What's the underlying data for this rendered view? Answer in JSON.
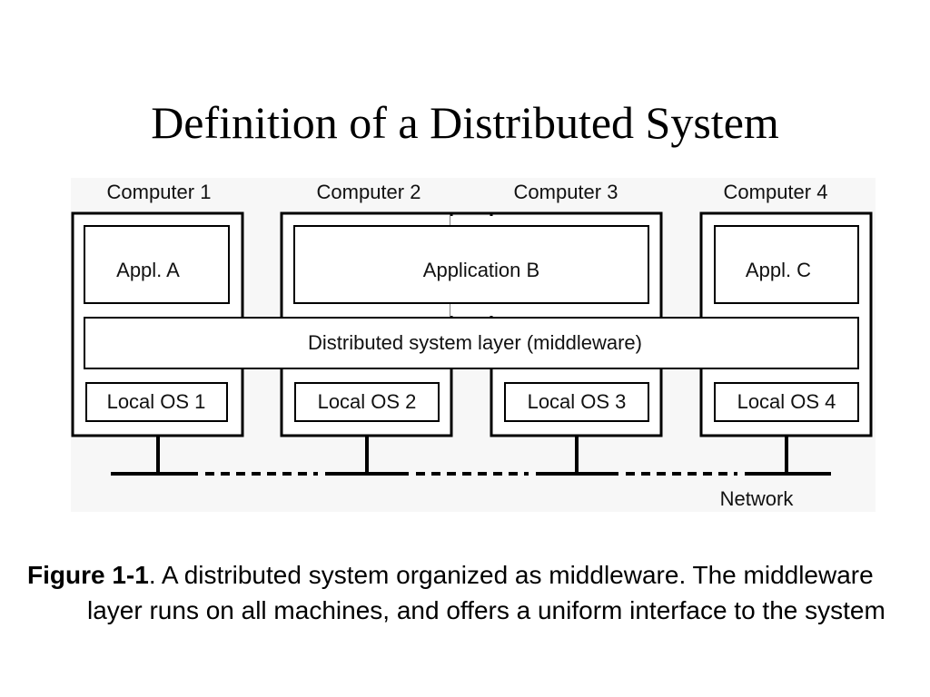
{
  "slide": {
    "title": "Definition of a Distributed System"
  },
  "diagram": {
    "computers": [
      {
        "label": "Computer 1",
        "os": "Local OS 1"
      },
      {
        "label": "Computer 2",
        "os": "Local OS 2"
      },
      {
        "label": "Computer 3",
        "os": "Local OS 3"
      },
      {
        "label": "Computer 4",
        "os": "Local OS 4"
      }
    ],
    "applications": {
      "a": "Appl. A",
      "b": "Application B",
      "c": "Appl. C"
    },
    "middleware": "Distributed system layer (middleware)",
    "network": "Network"
  },
  "caption": {
    "label": "Figure 1-1",
    "text": ". A distributed system organized as middleware. The middleware layer runs on all machines, and offers a uniform interface to the system"
  }
}
